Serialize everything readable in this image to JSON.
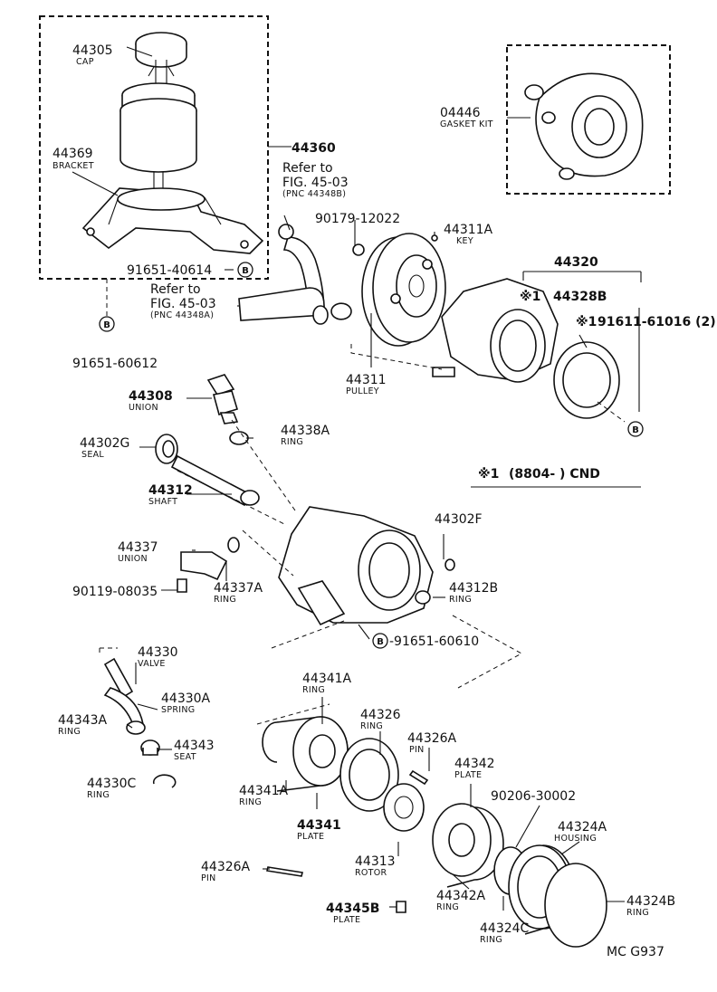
{
  "labels": {
    "p44305": "44305",
    "p44305_sub": "CAP",
    "p44369": "44369",
    "p44369_sub": "BRACKET",
    "p44360": "44360",
    "ref1_a": "Refer to",
    "ref1_b": "FIG. 45-03",
    "ref1_c": "(PNC 44348B)",
    "p90179": "90179-12022",
    "p44311A": "44311A",
    "p44311A_sub": "KEY",
    "p91651_40614": "91651-40614",
    "ref2_a": "Refer to",
    "ref2_b": "FIG. 45-03",
    "ref2_c": "(PNC 44348A)",
    "p91651_60612": "91651-60612",
    "p04446": "04446",
    "p04446_sub": "GASKET KIT",
    "p44320": "44320",
    "p44328B": "44328B",
    "p91611": "91611-61016 (2)",
    "p44311": "44311",
    "p44311_sub": "PULLEY",
    "p44308": "44308",
    "p44308_sub": "UNION",
    "p44338A": "44338A",
    "p44338A_sub": "RING",
    "p44302G": "44302G",
    "p44302G_sub": "SEAL",
    "p44312": "44312",
    "p44312_sub": "SHAFT",
    "note_mark": "※1",
    "note_text": "(8804-        ) CND",
    "p44302F": "44302F",
    "p44337": "44337",
    "p44337_sub": "UNION",
    "p44337A": "44337A",
    "p44337A_sub": "RING",
    "p90119": "90119-08035",
    "p44312B": "44312B",
    "p44312B_sub": "RING",
    "p91651_60610": "-91651-60610",
    "p44330": "44330",
    "p44330_sub": "VALVE",
    "p44330A": "44330A",
    "p44330A_sub": "SPRING",
    "p44343A": "44343A",
    "p44343A_sub": "RING",
    "p44343": "44343",
    "p44343_sub": "SEAT",
    "p44330C": "44330C",
    "p44330C_sub": "RING",
    "p44341A_top": "44341A",
    "p44341A_top_sub": "RING",
    "p44326": "44326",
    "p44326_sub": "RING",
    "p44326A_top": "44326A",
    "p44326A_top_sub": "PIN",
    "p44342": "44342",
    "p44342_sub": "PLATE",
    "p90206": "90206-30002",
    "p44341A_left": "44341A",
    "p44341A_left_sub": "RING",
    "p44341": "44341",
    "p44341_sub": "PLATE",
    "p44324A": "44324A",
    "p44324A_sub": "HOUSING",
    "p44313": "44313",
    "p44313_sub": "ROTOR",
    "p44326A_low": "44326A",
    "p44326A_low_sub": "PIN",
    "p44342A": "44342A",
    "p44342A_sub": "RING",
    "p44324B": "44324B",
    "p44324B_sub": "RING",
    "p44345B": "44345B",
    "p44345B_sub": "PLATE",
    "p44324C": "44324C",
    "p44324C_sub": "RING",
    "footer": "MC  G937"
  },
  "badge_letter": "B"
}
